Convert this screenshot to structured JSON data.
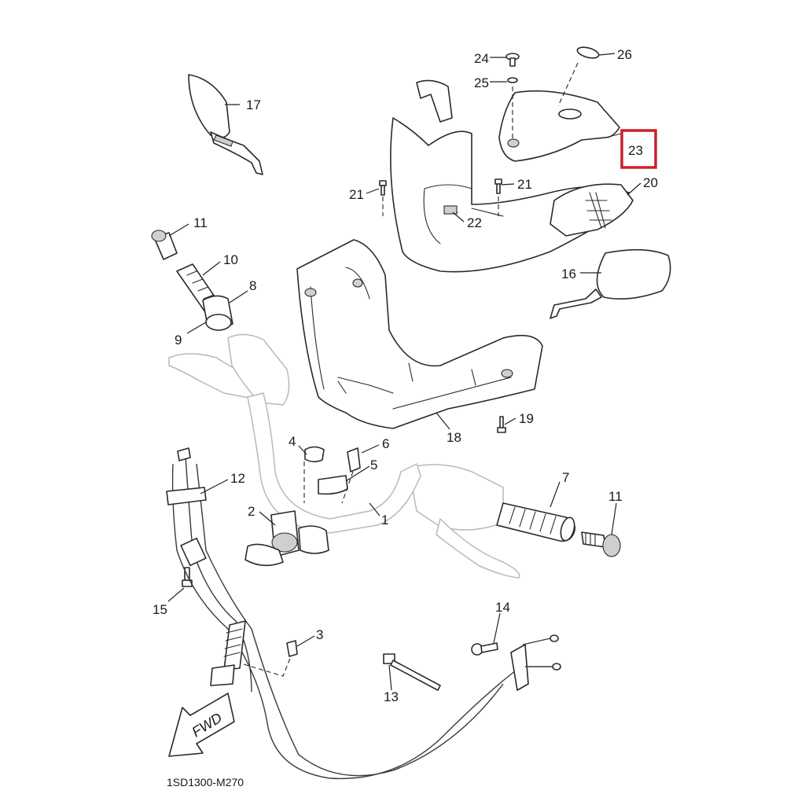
{
  "diagram": {
    "code": "1SD1300-M270",
    "arrow_label": "FWD",
    "highlight_color": "#c8212c",
    "highlighted_part": "23",
    "callouts": [
      {
        "id": "c1",
        "label": "1"
      },
      {
        "id": "c2",
        "label": "2"
      },
      {
        "id": "c3",
        "label": "3"
      },
      {
        "id": "c4",
        "label": "4"
      },
      {
        "id": "c5",
        "label": "5"
      },
      {
        "id": "c6",
        "label": "6"
      },
      {
        "id": "c7",
        "label": "7"
      },
      {
        "id": "c8",
        "label": "8"
      },
      {
        "id": "c9",
        "label": "9"
      },
      {
        "id": "c10",
        "label": "10"
      },
      {
        "id": "c11a",
        "label": "11"
      },
      {
        "id": "c11b",
        "label": "11"
      },
      {
        "id": "c12",
        "label": "12"
      },
      {
        "id": "c13",
        "label": "13"
      },
      {
        "id": "c14",
        "label": "14"
      },
      {
        "id": "c15",
        "label": "15"
      },
      {
        "id": "c16",
        "label": "16"
      },
      {
        "id": "c17",
        "label": "17"
      },
      {
        "id": "c18",
        "label": "18"
      },
      {
        "id": "c19",
        "label": "19"
      },
      {
        "id": "c20",
        "label": "20"
      },
      {
        "id": "c21a",
        "label": "21"
      },
      {
        "id": "c21b",
        "label": "21"
      },
      {
        "id": "c22",
        "label": "22"
      },
      {
        "id": "c23",
        "label": "23"
      },
      {
        "id": "c24",
        "label": "24"
      },
      {
        "id": "c25",
        "label": "25"
      },
      {
        "id": "c26",
        "label": "26"
      }
    ]
  }
}
